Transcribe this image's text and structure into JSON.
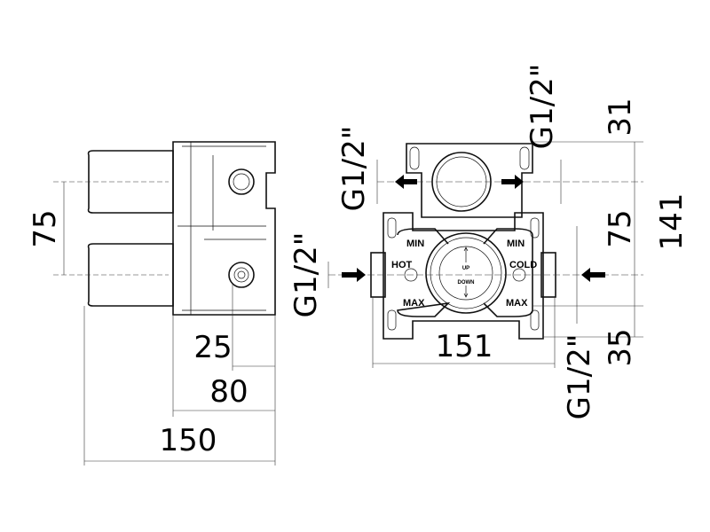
{
  "side_view": {
    "dims": {
      "handle_spacing": "75",
      "depth_small": "25",
      "depth_body": "80",
      "depth_total": "150"
    }
  },
  "front_view": {
    "dims": {
      "width": "151",
      "top_offset": "31",
      "spacing": "75",
      "height": "141",
      "bottom_offset": "35"
    },
    "connections": {
      "top_left": "G1/2\"",
      "top_right": "G1/2\"",
      "left": "G1/2\"",
      "right_bottom": "G1/2\""
    },
    "labels": {
      "min_left": "MIN",
      "min_right": "MIN",
      "hot": "HOT",
      "cold": "COLD",
      "max_left": "MAX",
      "max_right": "MAX",
      "up": "UP",
      "down": "DOWN"
    }
  }
}
